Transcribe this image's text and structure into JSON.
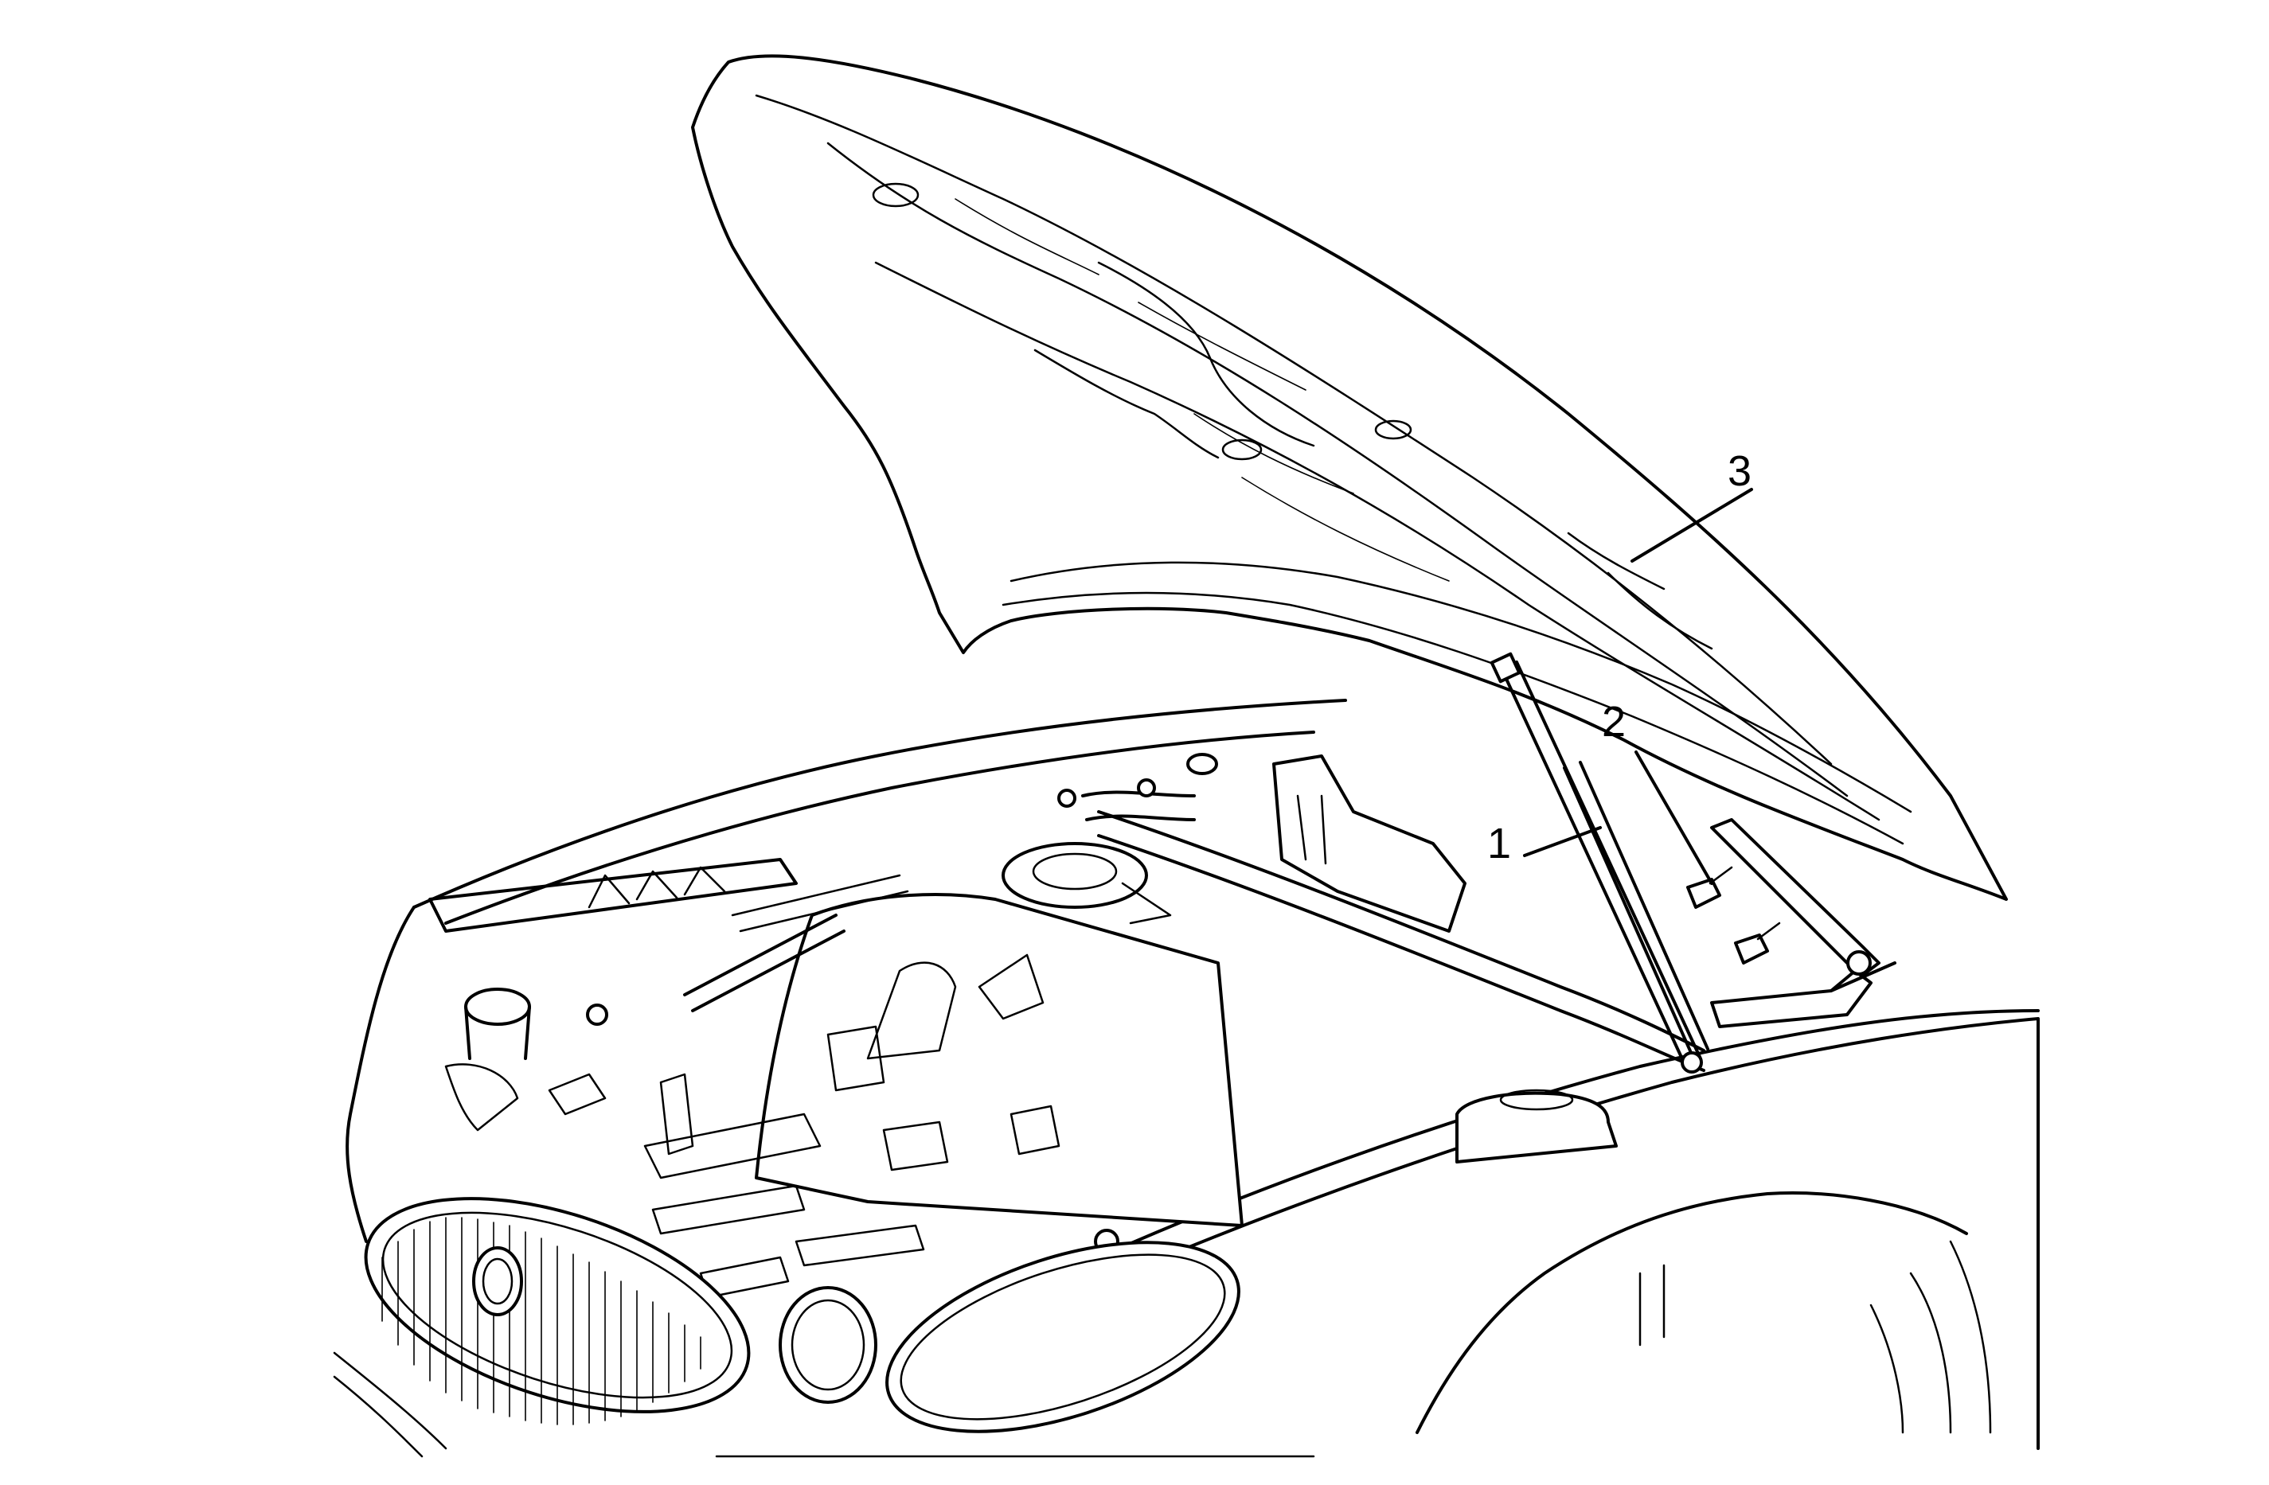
{
  "callouts": {
    "strut": "1",
    "bolts": "2",
    "hood": "3"
  }
}
